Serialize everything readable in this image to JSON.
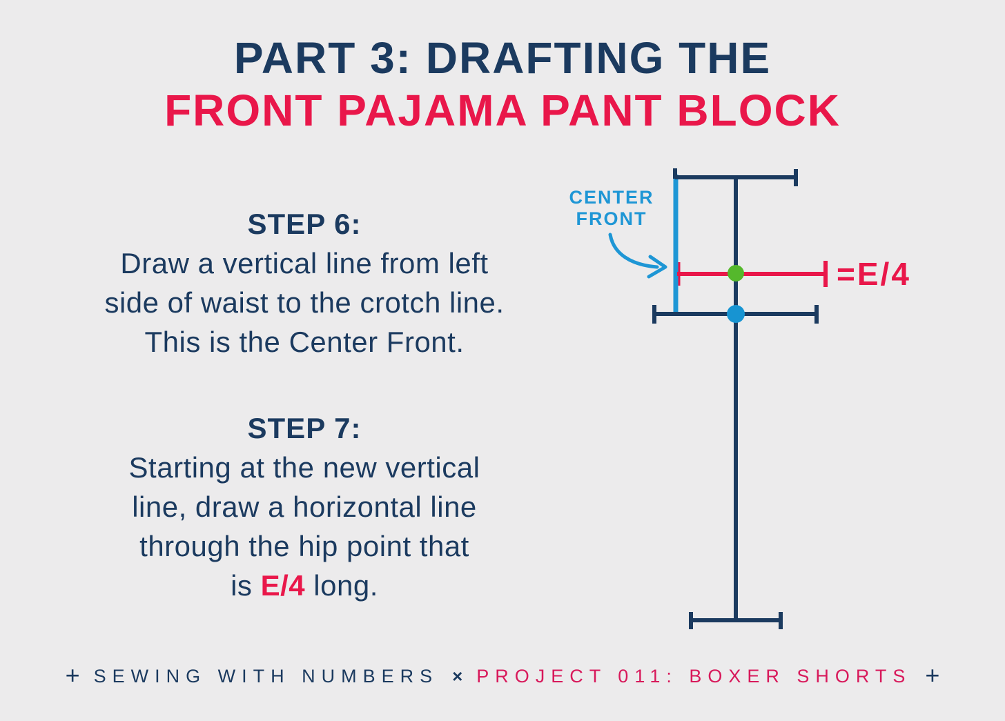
{
  "colors": {
    "navy": "#1b3a5f",
    "red": "#e9174a",
    "footer-red": "#d8195b",
    "cyan": "#1e96d5",
    "green": "#55b82c",
    "dot-blue": "#1794d2",
    "bg": "#ecebec"
  },
  "title": {
    "line1": "PART 3: DRAFTING THE",
    "line2": "FRONT PAJAMA PANT BLOCK"
  },
  "step6": {
    "heading": "STEP 6:",
    "lines": [
      "Draw a vertical line from left",
      "side of waist to the crotch line.",
      "This is the Center Front."
    ]
  },
  "step7": {
    "heading": "STEP 7:",
    "lines": [
      "Starting at the new vertical",
      "line, draw a horizontal line",
      "through the hip point that"
    ],
    "last_line": {
      "prefix": "is ",
      "highlight": "E/4",
      "suffix": " long."
    }
  },
  "diagram": {
    "center_front_label": {
      "line1": "CENTER",
      "line2": "FRONT"
    },
    "measurement_label": "=E/4"
  },
  "footer": {
    "plus_left": "+",
    "brand": "SEWING WITH NUMBERS",
    "separator": "×",
    "project": "PROJECT 011: BOXER SHORTS",
    "plus_right": "+"
  }
}
